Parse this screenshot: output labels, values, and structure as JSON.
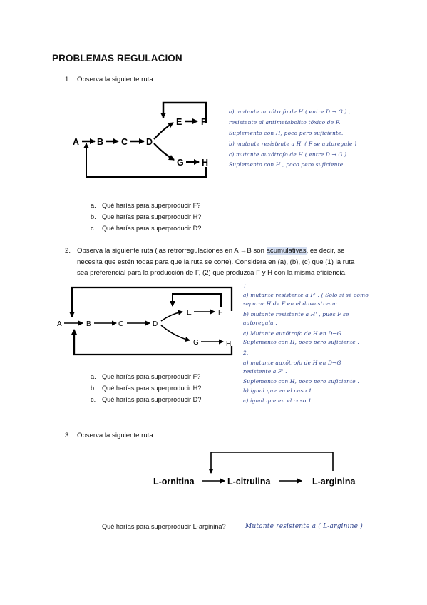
{
  "title": "PROBLEMAS REGULACION",
  "q1": {
    "num": "1.",
    "text": "Observa la siguiente ruta:",
    "nodes": [
      "A",
      "B",
      "C",
      "D",
      "E",
      "F",
      "G",
      "H"
    ],
    "notes": [
      "a) mutante auxótrofo de H ( entre D → G ) ,",
      "resistente al antimetabolito tóxico de F.",
      "Suplemento con H, poco pero suficiente.",
      "b) mutante resistente a H' ( F se autoregule )",
      "c) mutante auxótrofo de H ( entre D → G ) .",
      "Suplemento con H , poco pero suficiente ."
    ],
    "items": [
      {
        "letter": "a.",
        "text": "Qué harías para superproducir F?"
      },
      {
        "letter": "b.",
        "text": "Qué harías para superproducir H?"
      },
      {
        "letter": "c.",
        "text": "Qué harías para superproducir D?"
      }
    ]
  },
  "q2": {
    "num": "2.",
    "line1_pre": "Observa la siguiente ruta (las retrorregulaciones en A →B son ",
    "line1_hl": "acumulativas",
    "line1_post": ", es decir, se",
    "line2": "necesita que estén todas para que la ruta se corte). Considera en (a), (b), (c) que (1) la ruta",
    "line3": "sea preferencial para la producción de F, (2) que produzca F y H con la misma eficiencia.",
    "nodes": [
      "A",
      "B",
      "C",
      "D",
      "E",
      "F",
      "G",
      "H"
    ],
    "notes": [
      "1.",
      "a) mutante resistente a F' . ( Sólo si sé cómo",
      "separar H de F en el downstream.",
      "b) mutante resistente a H' , pues F se",
      "autoregula .",
      "c) Mutante auxótrofo de H en D→G .",
      "Suplemento con H, poco pero suficiente .",
      "2.",
      "a) mutante auxótrofo de H en D→G ,",
      "resistente a F' .",
      "Suplemento con H, poco pero suficiente .",
      "b) igual que en el caso 1.",
      "c) igual que en el caso 1."
    ],
    "items": [
      {
        "letter": "a.",
        "text": "Qué harías para superproducir F?"
      },
      {
        "letter": "b.",
        "text": "Qué harías para superproducir H?"
      },
      {
        "letter": "c.",
        "text": "Qué harías para superproducir D?"
      }
    ]
  },
  "q3": {
    "num": "3.",
    "text": "Observa la siguiente ruta:",
    "nodes": [
      "L-ornitina",
      "L-citrulina",
      "L-arginina"
    ],
    "question": "Qué harías para superproducir L-arginina?",
    "answer": "Mutante resistente a ( L-arginine )"
  }
}
